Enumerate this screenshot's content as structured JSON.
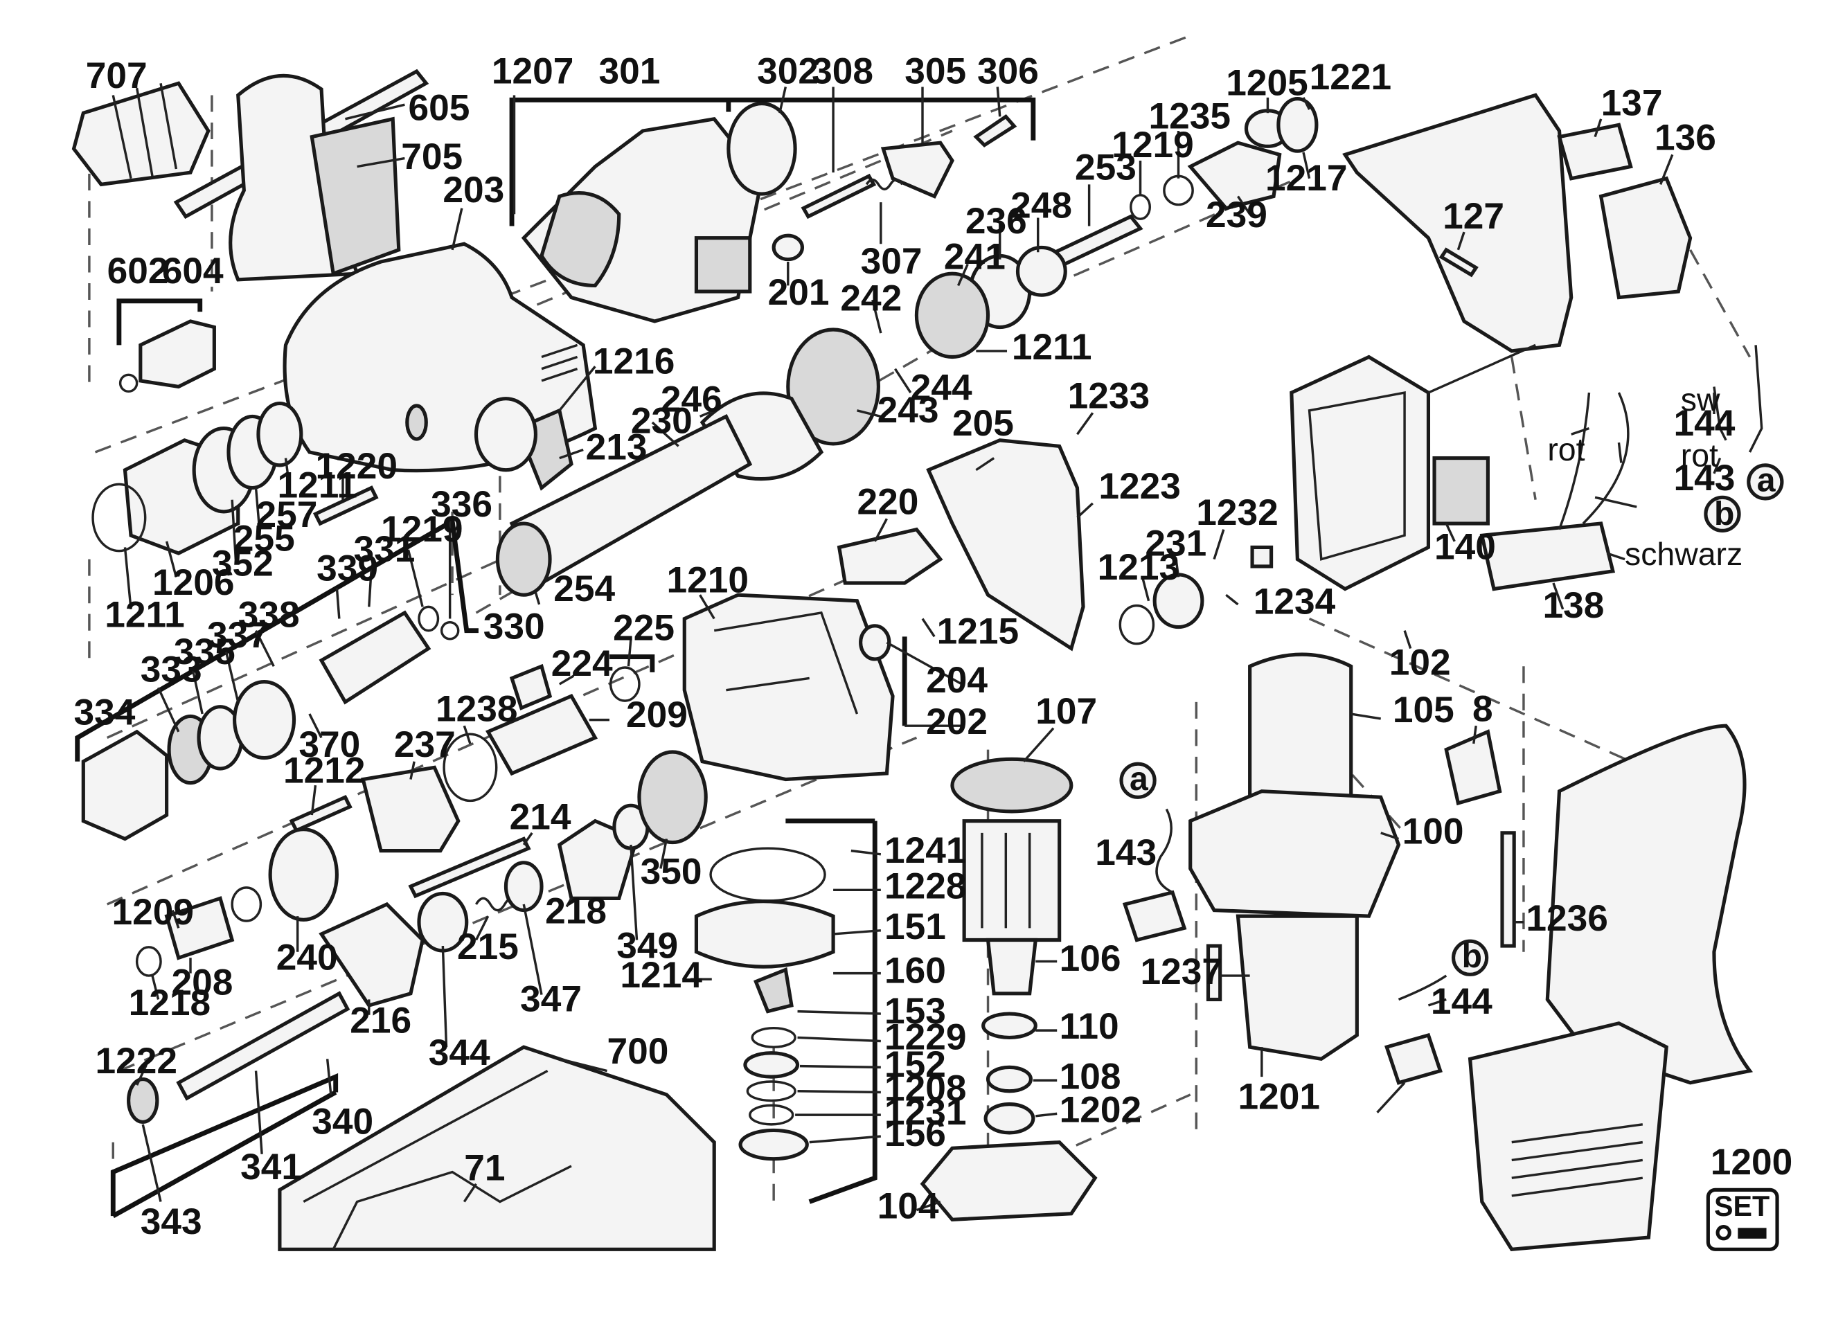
{
  "part_labels": {
    "p707": "707",
    "p605": "605",
    "p705": "705",
    "p203": "203",
    "p602": "602",
    "p604": "604",
    "p1207": "1207",
    "p301": "301",
    "p302": "302",
    "p308": "308",
    "p305": "305",
    "p306": "306",
    "p307": "307",
    "p201": "201",
    "p1205": "1205",
    "p1221": "1221",
    "p1235": "1235",
    "p1219a": "1219",
    "p253": "253",
    "p1217": "1217",
    "p239": "239",
    "p236": "236",
    "p248": "248",
    "p241": "241",
    "p242": "242",
    "p244": "244",
    "p243": "243",
    "p1211a": "1211",
    "p137": "137",
    "p136": "136",
    "p127": "127",
    "p1216": "1216",
    "p246": "246",
    "p230": "230",
    "p213": "213",
    "p1220": "1220",
    "p1211b": "1211",
    "p257": "257",
    "p255": "255",
    "p352": "352",
    "p1206": "1206",
    "p1211c": "1211",
    "p336": "336",
    "p1219b": "1219",
    "p331": "331",
    "p339": "339",
    "p330": "330",
    "p254": "254",
    "p338": "338",
    "p337": "337",
    "p335": "335",
    "p333": "333",
    "p334": "334",
    "p370": "370",
    "p1233": "1233",
    "p205": "205",
    "p1223": "1223",
    "p220": "220",
    "p1232": "1232",
    "p1210": "1210",
    "p225": "225",
    "p224": "224",
    "p209": "209",
    "p1215": "1215",
    "p204": "204",
    "p202": "202",
    "p231": "231",
    "p1213": "1213",
    "p1234": "1234",
    "p1238": "1238",
    "p237": "237",
    "p1212": "1212",
    "p214": "214",
    "p107": "107",
    "p102": "102",
    "p105": "105",
    "p8": "8",
    "p100": "100",
    "p140": "140",
    "p138": "138",
    "p144a": "144",
    "p143a": "143",
    "p144b": "144",
    "p143b": "143",
    "p1209": "1209",
    "p208": "208",
    "p1218": "1218",
    "p240": "240",
    "p215": "215",
    "p218": "218",
    "p350": "350",
    "p349": "349",
    "p347": "347",
    "p216": "216",
    "p344": "344",
    "p1241": "1241",
    "p1228": "1228",
    "p151": "151",
    "p1214": "1214",
    "p160": "160",
    "p153": "153",
    "p1229": "1229",
    "p152": "152",
    "p1208": "1208",
    "p1231": "1231",
    "p156": "156",
    "p106": "106",
    "p110": "110",
    "p108": "108",
    "p1202": "1202",
    "p104": "104",
    "p1236": "1236",
    "p1237": "1237",
    "p1201": "1201",
    "p1222": "1222",
    "p340": "340",
    "p341": "341",
    "p343": "343",
    "p700": "700",
    "p71": "71",
    "p1200": "1200"
  },
  "wire_labels": {
    "rot1": "rot",
    "rot2": "rot",
    "sw": "sw",
    "schwarz": "schwarz"
  },
  "callouts": {
    "a1": "a",
    "b1": "b",
    "a2": "a",
    "b2": "b"
  },
  "set_badge": "SET"
}
